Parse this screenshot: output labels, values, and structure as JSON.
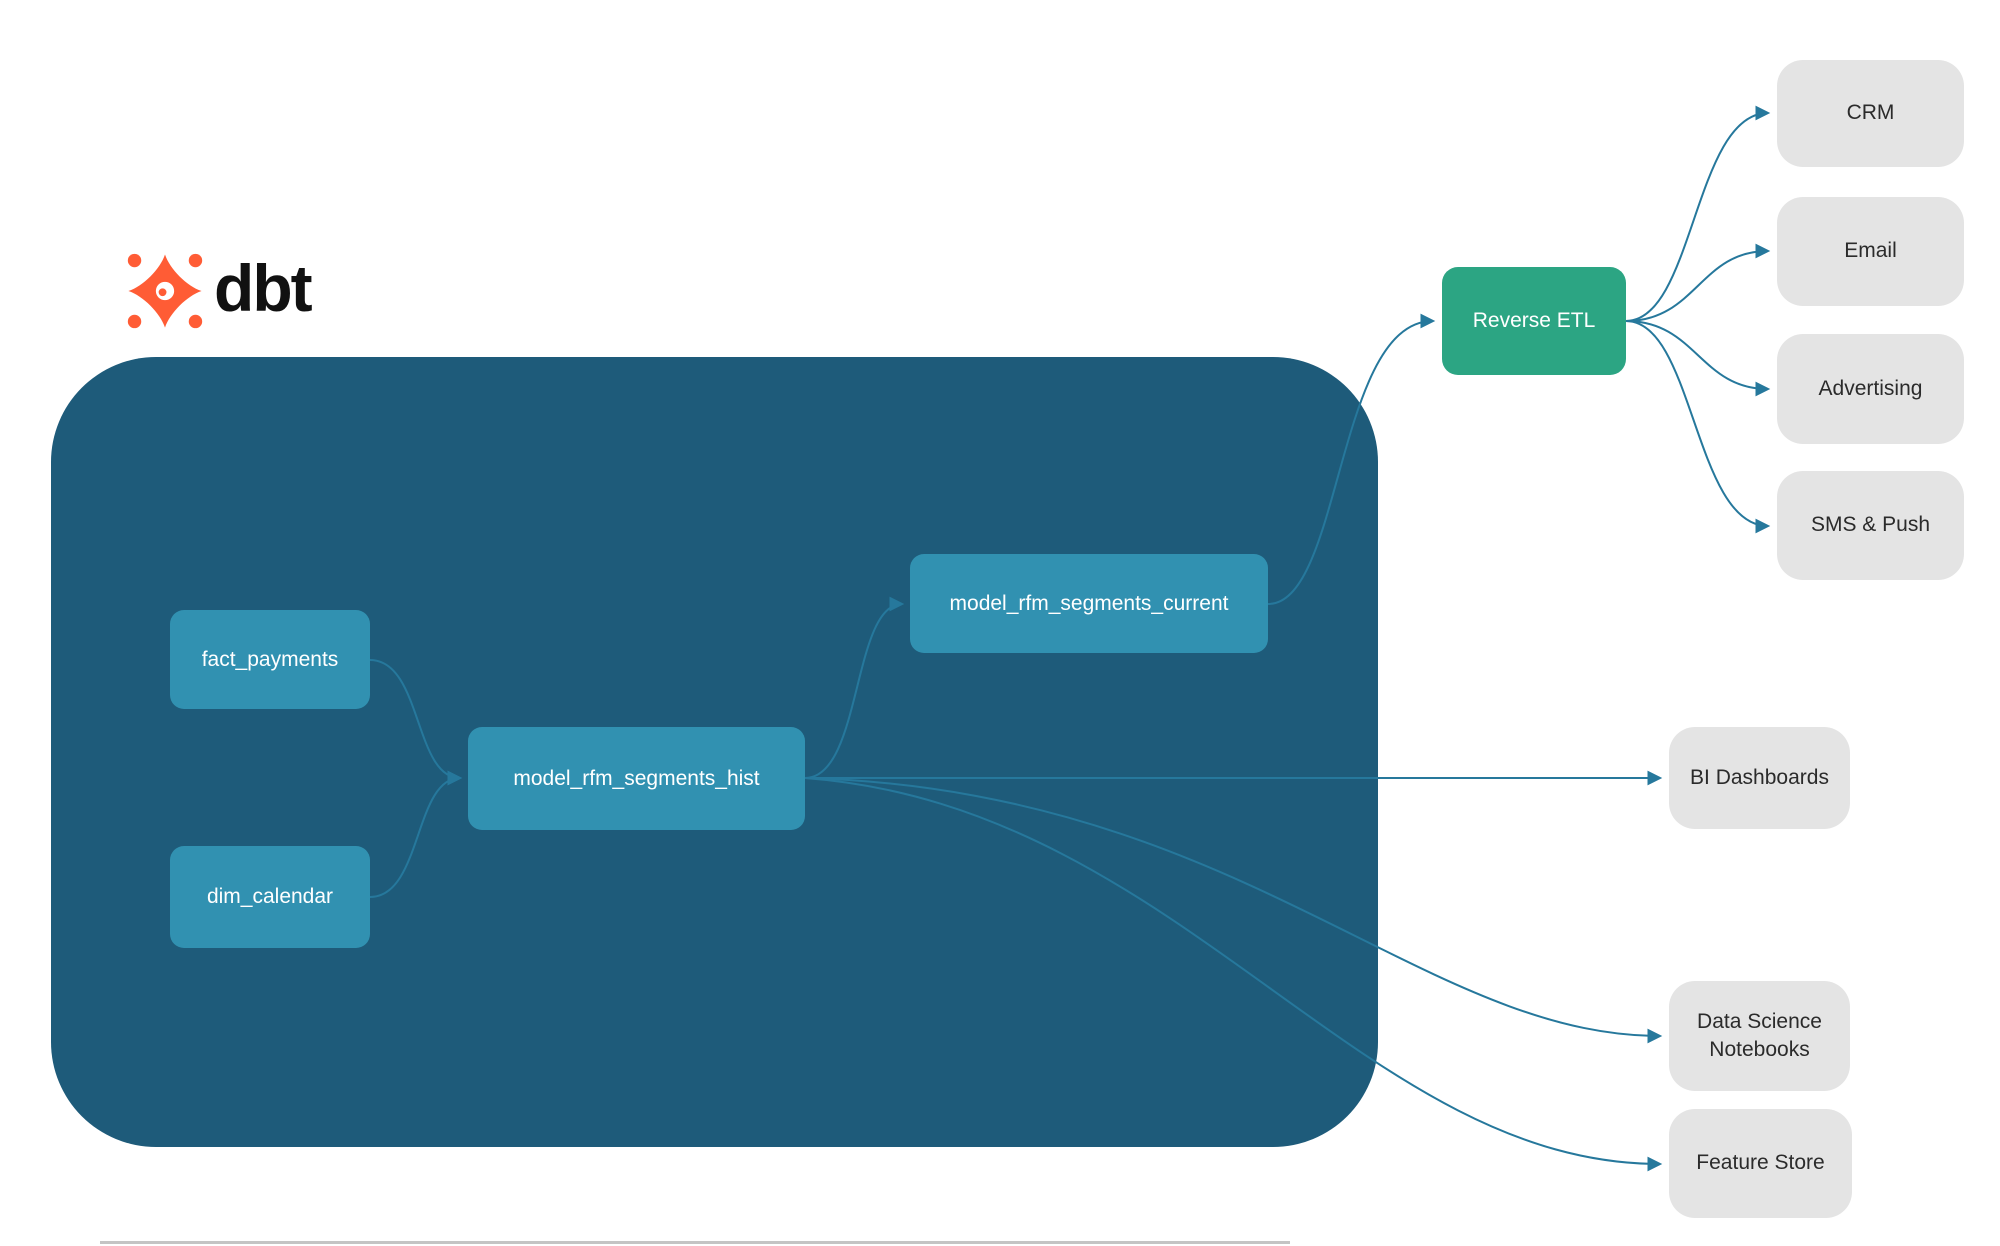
{
  "logo": {
    "text": "dbt",
    "icon": "dbt-logo-icon",
    "icon_color": "#ff5c35"
  },
  "colors": {
    "container_bg": "#1e5b7a",
    "model_node_bg": "#3191b1",
    "reverse_etl_bg": "#2ca583",
    "external_node_bg": "#e4e4e4",
    "edge_stroke": "#26789c",
    "node_text_light": "#ffffff",
    "node_text_dark": "#2b2b2b"
  },
  "diagram": {
    "nodes": {
      "fact_payments": {
        "label": "fact_payments",
        "type": "model"
      },
      "dim_calendar": {
        "label": "dim_calendar",
        "type": "model"
      },
      "model_rfm_segments_hist": {
        "label": "model_rfm_segments_hist",
        "type": "model"
      },
      "model_rfm_segments_current": {
        "label": "model_rfm_segments_current",
        "type": "model"
      },
      "reverse_etl": {
        "label": "Reverse ETL",
        "type": "tool"
      },
      "crm": {
        "label": "CRM",
        "type": "destination"
      },
      "email": {
        "label": "Email",
        "type": "destination"
      },
      "advertising": {
        "label": "Advertising",
        "type": "destination"
      },
      "sms_push": {
        "label": "SMS & Push",
        "type": "destination"
      },
      "bi_dashboards": {
        "label": "BI Dashboards",
        "type": "destination"
      },
      "data_science_notebooks": {
        "label": "Data Science Notebooks",
        "type": "destination"
      },
      "feature_store": {
        "label": "Feature Store",
        "type": "destination"
      }
    },
    "edges": [
      {
        "from": "fact_payments",
        "to": "model_rfm_segments_hist"
      },
      {
        "from": "dim_calendar",
        "to": "model_rfm_segments_hist"
      },
      {
        "from": "model_rfm_segments_hist",
        "to": "model_rfm_segments_current"
      },
      {
        "from": "model_rfm_segments_current",
        "to": "reverse_etl"
      },
      {
        "from": "reverse_etl",
        "to": "crm"
      },
      {
        "from": "reverse_etl",
        "to": "email"
      },
      {
        "from": "reverse_etl",
        "to": "advertising"
      },
      {
        "from": "reverse_etl",
        "to": "sms_push"
      },
      {
        "from": "model_rfm_segments_hist",
        "to": "bi_dashboards"
      },
      {
        "from": "model_rfm_segments_hist",
        "to": "data_science_notebooks"
      },
      {
        "from": "model_rfm_segments_hist",
        "to": "feature_store"
      }
    ]
  }
}
